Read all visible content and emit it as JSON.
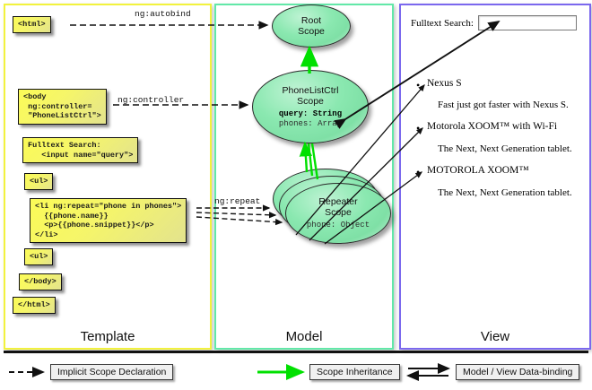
{
  "panels": [
    {
      "id": "template",
      "label": "Template",
      "border_color": "#f2f23d"
    },
    {
      "id": "model",
      "label": "Model",
      "border_color": "#62e8a8"
    },
    {
      "id": "view",
      "label": "View",
      "border_color": "#7b68ee"
    }
  ],
  "template": {
    "code_boxes": [
      {
        "name": "html-open-tag",
        "text": "<html>"
      },
      {
        "name": "body-controller",
        "text": "<body\n ng:controller=\n \"PhoneListCtrl\">"
      },
      {
        "name": "fulltext-search-input",
        "text": "Fulltext Search:\n   <input name=\"query\">"
      },
      {
        "name": "ul-open-tag",
        "text": "<ul>"
      },
      {
        "name": "li-ng-repeat",
        "text": "<li ng:repeat=\"phone in phones\">\n  {{phone.name}}\n  <p>{{phone.snippet}}</p>\n</li>"
      },
      {
        "name": "ul-close-tag",
        "text": "<ul>"
      },
      {
        "name": "body-close-tag",
        "text": "</body>"
      },
      {
        "name": "html-close-tag",
        "text": "</html>"
      }
    ]
  },
  "model": {
    "scopes": [
      {
        "name": "root-scope",
        "title": "Root\nScope",
        "props": []
      },
      {
        "name": "phonelistctrl-scope",
        "title": "PhoneListCtrl\nScope",
        "props": [
          "query: String",
          "phones: Array"
        ]
      },
      {
        "name": "repeater-scope",
        "title": "Repeater\nScope",
        "props": [
          "phone: Object"
        ]
      }
    ]
  },
  "edges": [
    {
      "name": "ng-autobind-label",
      "label": "ng:autobind"
    },
    {
      "name": "ng-controller-label",
      "label": "ng:controller"
    },
    {
      "name": "ng-repeat-label",
      "label": "ng:repeat"
    }
  ],
  "view": {
    "search_label": "Fulltext Search:",
    "search_value": "",
    "search_placeholder": "",
    "phones": [
      {
        "name": "Nexus S",
        "snippet": "Fast just got faster with Nexus S."
      },
      {
        "name": "Motorola XOOM™  with Wi-Fi",
        "snippet": "The Next, Next Generation tablet."
      },
      {
        "name": "MOTOROLA XOOM™",
        "snippet": "The Next, Next Generation tablet."
      }
    ],
    "bullet": "•"
  },
  "legend": [
    {
      "name": "legend-implicit-scope-declaration",
      "label": "Implicit Scope Declaration",
      "arrow": "dashed-black"
    },
    {
      "name": "legend-scope-inheritance",
      "label": "Scope Inheritance",
      "arrow": "solid-green"
    },
    {
      "name": "legend-model-view-data-binding",
      "label": "Model / View Data-binding",
      "arrow": "double-black"
    }
  ],
  "colors": {
    "template_border": "#f2f23d",
    "model_border": "#62e8a8",
    "view_border": "#7b68ee",
    "code_box_fill": "#f5f56a",
    "scope_fill": "#8ae8b0",
    "inheritance_arrow": "#00e000"
  }
}
